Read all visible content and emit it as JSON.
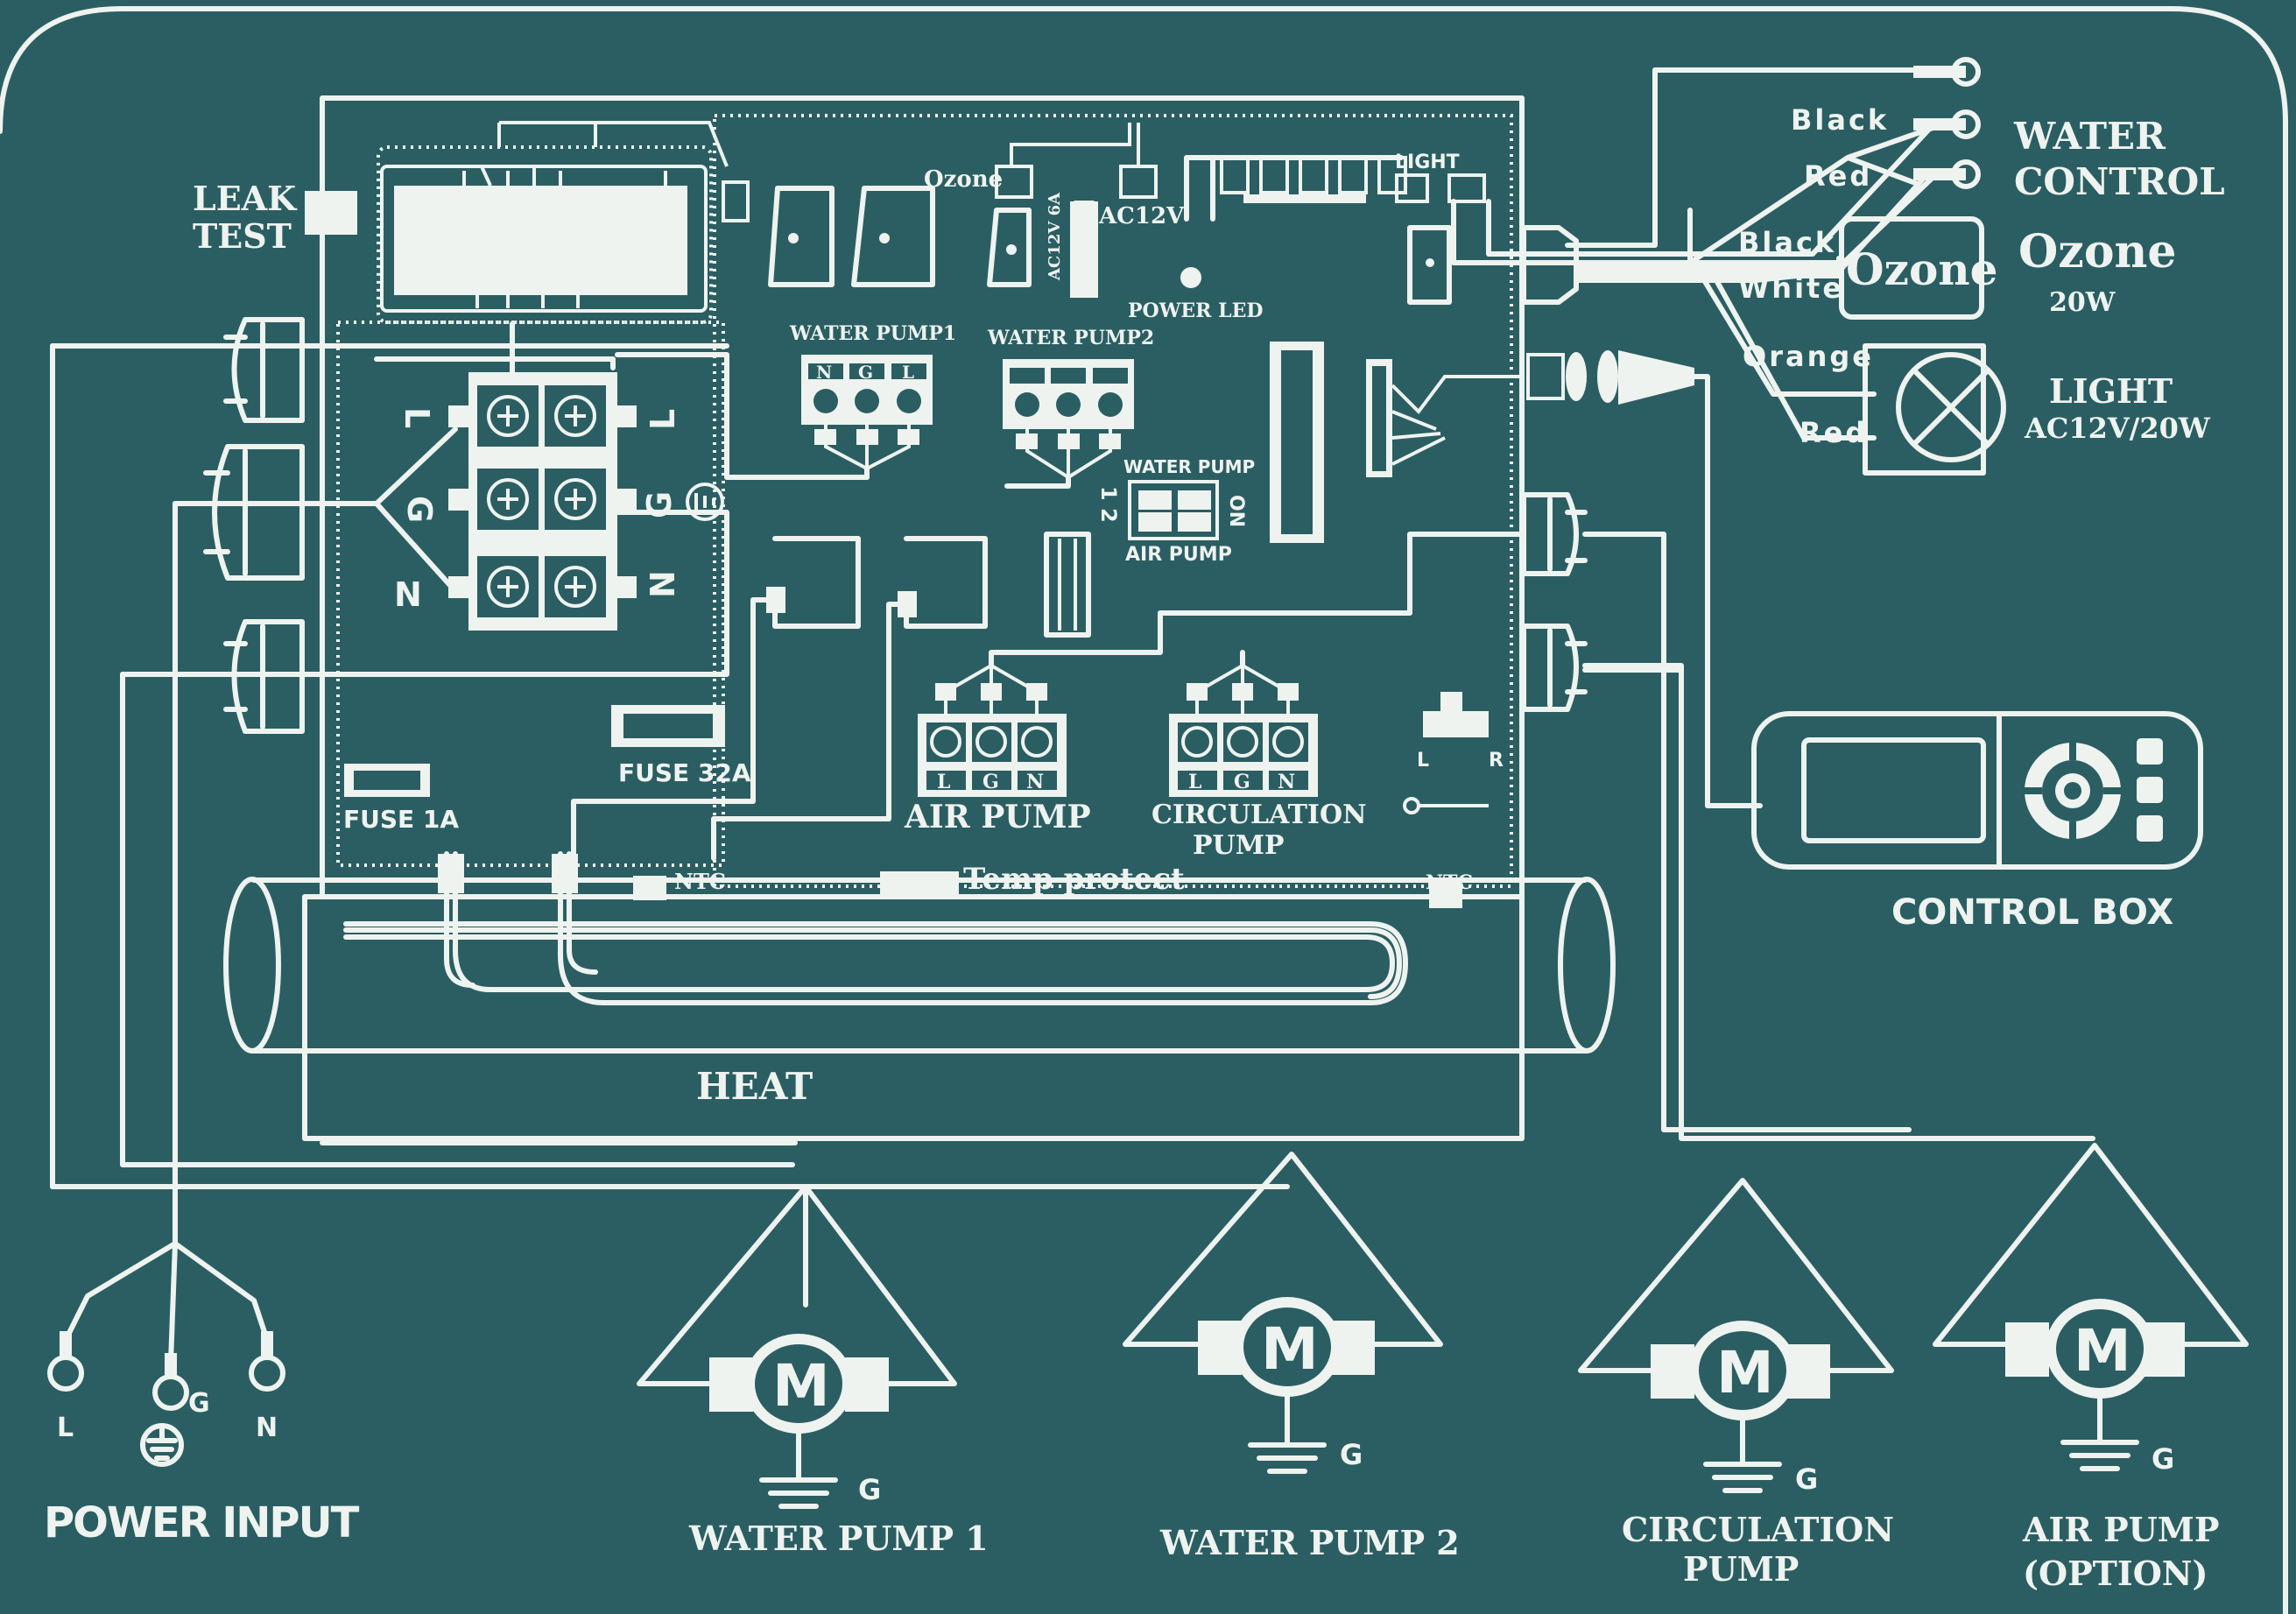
{
  "labels": {
    "leak_test_1": "LEAK",
    "leak_test_2": "TEST",
    "ozone_small": "Ozone",
    "ac12v": "AC12V",
    "ac12v6a": "AC12V 6A",
    "light_small": "LIGHT",
    "power_led": "POWER LED",
    "water_pump1": "WATER PUMP1",
    "water_pump2": "WATER PUMP2",
    "ngl": [
      "N",
      "G",
      "L"
    ],
    "lgn": [
      "L",
      "G",
      "N"
    ],
    "switch_top": "WATER PUMP",
    "switch_bottom": "AIR PUMP",
    "switch_on": "ON",
    "switch_12": "1 2",
    "fuse_32a": "FUSE 32A",
    "fuse_1a": "FUSE 1A",
    "air_pump_board": "AIR PUMP",
    "circulation_board_1": "CIRCULATION",
    "circulation_board_2": "PUMP",
    "l_label": "L",
    "r_label": "R",
    "ntc": "NTC",
    "temp_protect": "Temp protect",
    "heat": "HEAT",
    "term_L": "L",
    "term_G": "G",
    "term_N": "N",
    "black": "Black",
    "red": "Red",
    "white": "White",
    "orange": "Orange",
    "water_control_1": "WATER",
    "water_control_2": "CONTROL",
    "ozone_box": "Ozone",
    "ozone_title": "Ozone",
    "ozone_watts": "20W",
    "light_title": "LIGHT",
    "light_spec": "AC12V/20W",
    "control_box": "CONTROL BOX",
    "motor_M": "M",
    "ground_G": "G",
    "power_input": "POWER INPUT",
    "pw_L": "L",
    "pw_G": "G",
    "pw_N": "N",
    "water_pump_1": "WATER PUMP 1",
    "water_pump_2": "WATER PUMP 2",
    "circulation_1": "CIRCULATION",
    "circulation_2": "PUMP",
    "air_pump_opt_1": "AIR PUMP",
    "air_pump_opt_2": "(OPTION)"
  },
  "colors": {
    "background": "#2b5e62",
    "line": "#eef3ef"
  }
}
